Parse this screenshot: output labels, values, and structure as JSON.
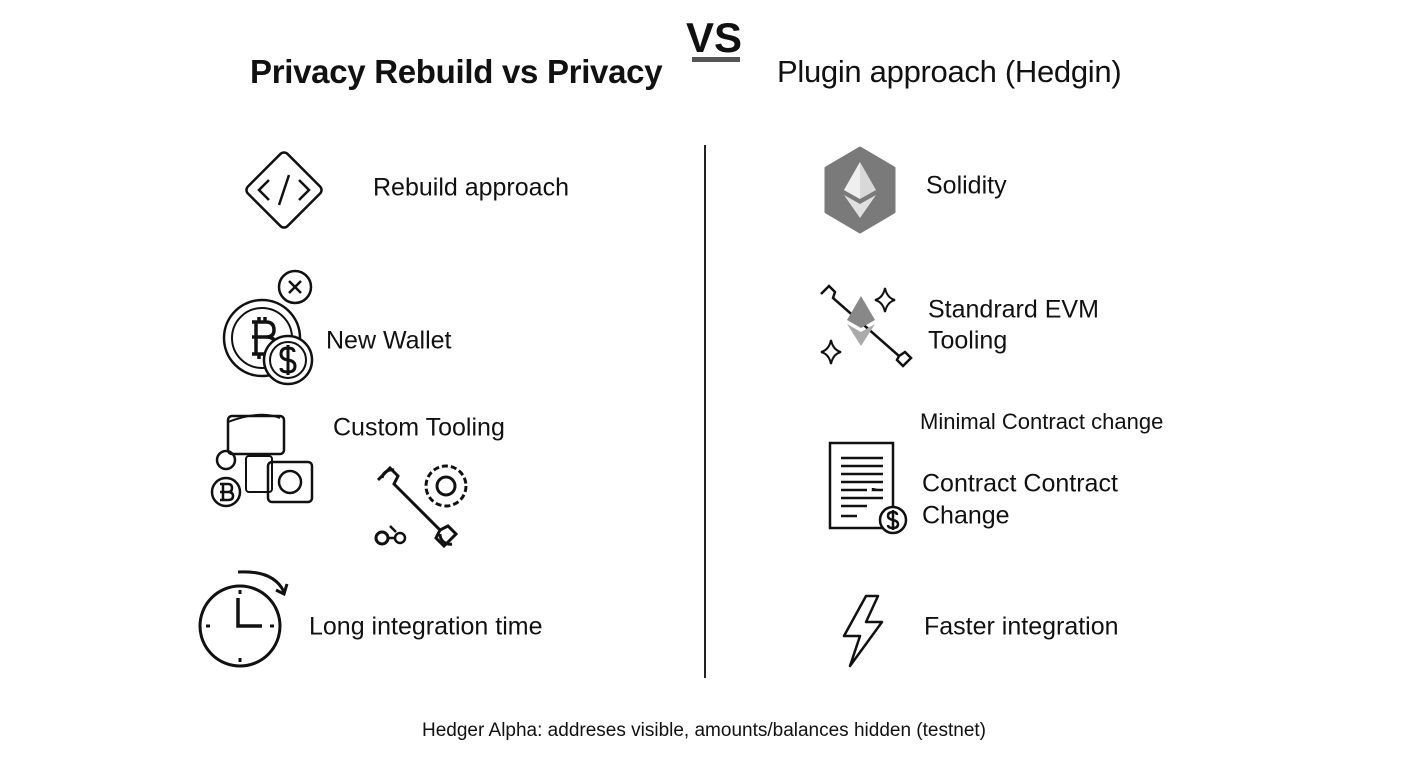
{
  "header": {
    "left_title": "Privacy Rebuild vs Privacy",
    "vs_label": "VS",
    "right_title": "Plugin approach (Hedgin)"
  },
  "left_column": {
    "items": [
      {
        "label": "Rebuild approach",
        "icon": "code-diamond-icon"
      },
      {
        "label": "New Wallet",
        "icon": "coins-icon"
      },
      {
        "label": "Custom Tooling",
        "icon": "wallet-tools-icon"
      },
      {
        "label": "Long integration time",
        "icon": "clock-icon"
      }
    ]
  },
  "right_column": {
    "items": [
      {
        "label": "Solidity",
        "icon": "ethereum-icon"
      },
      {
        "label_line1": "Standrard EVM",
        "label_line2": "Tooling",
        "icon": "tools-sparkle-icon"
      },
      {
        "heading": "Minimal Contract change",
        "label_line1": "Contract Contract",
        "label_line2": "Change",
        "icon": "contract-document-icon"
      },
      {
        "label": "Faster integration",
        "icon": "lightning-icon"
      }
    ]
  },
  "footer": {
    "note": "Hedger Alpha: addreses visible, amounts/balances hidden (testnet)"
  },
  "colors": {
    "text": "#111111",
    "accent_gray": "#555555",
    "eth_gray": "#7a7a7a"
  }
}
